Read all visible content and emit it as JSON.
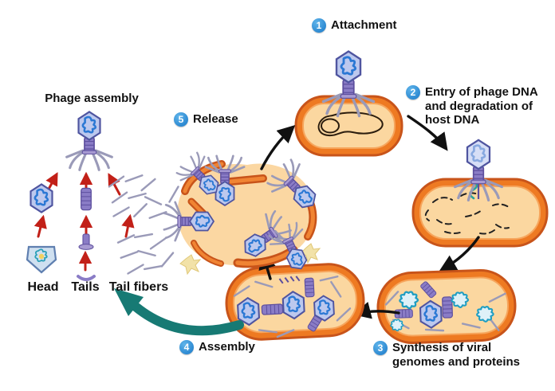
{
  "steps": [
    {
      "num": "1",
      "label": "Attachment"
    },
    {
      "num": "2",
      "label": "Entry of phage DNA and degradation of host DNA"
    },
    {
      "num": "3",
      "label": "Synthesis of viral genomes and proteins"
    },
    {
      "num": "4",
      "label": "Assembly"
    },
    {
      "num": "5",
      "label": "Release"
    }
  ],
  "assembly_panel": {
    "title": "Phage assembly",
    "parts": [
      {
        "label": "Head"
      },
      {
        "label": "Tails"
      },
      {
        "label": "Tail fibers"
      }
    ]
  },
  "colors": {
    "badge_blue": "#1d86cf",
    "cell_membrane_orange": "#ee7a22",
    "cell_membrane_dark": "#c8541a",
    "cytoplasm": "#fbd7a0",
    "phage_head_fill": "#bcc8ee",
    "phage_head_stroke": "#4f55a0",
    "phage_dna_blue": "#2b78d4",
    "tail_purple": "#8a7cc6",
    "fiber_gray": "#9a9ab8",
    "genome_teal": "#1f9ec2",
    "host_dna_black": "#2b1d0e",
    "arrow_black": "#111111",
    "arrow_red": "#c22018",
    "release_arrow_teal": "#177a74"
  }
}
